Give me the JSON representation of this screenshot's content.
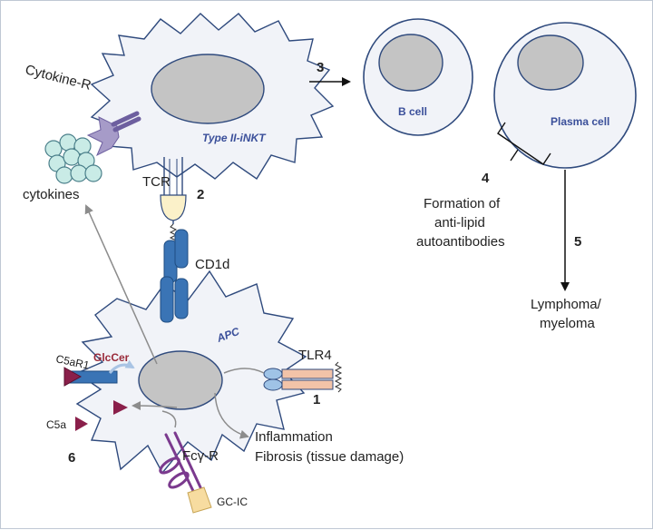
{
  "labels": {
    "cytokine_r": "Cytokine-R",
    "cytokines": "cytokines",
    "tcr": "TCR",
    "nkt": "Type II-iNKT",
    "cd1d": "CD1d",
    "apc": "APC",
    "c5ar1": "C5aR1",
    "glccer": "GlcCer",
    "c5a": "C5a",
    "tlr4": "TLR4",
    "fcgr": "Fcγ-R",
    "gcic": "GC-IC",
    "b_cell": "B cell",
    "plasma_cell": "Plasma cell",
    "inflammation": "Inflammation",
    "fibrosis": "Fibrosis (tissue damage)",
    "formation_1": "Formation of",
    "formation_2": "anti-lipid",
    "formation_3": "autoantibodies",
    "lymphoma_1": "Lymphoma/",
    "lymphoma_2": "myeloma"
  },
  "steps": {
    "s1": "1",
    "s2": "2",
    "s3": "3",
    "s4": "4",
    "s5": "5",
    "s6": "6"
  },
  "colors": {
    "cell_fill": "#f1f3f8",
    "cell_stroke": "#2f4a7d",
    "nucleus": "#c4c4c4",
    "cd1d_blue": "#3a74b5",
    "label_blue": "#3a4f9a",
    "purple": "#7b3a8e",
    "maroon": "#8a1f4a",
    "tlr_orange": "#f2c3a8",
    "gcic_yellow": "#f7dca0",
    "glccer_red": "#9a2a3a",
    "arrow_gray": "#8c8c8c"
  }
}
